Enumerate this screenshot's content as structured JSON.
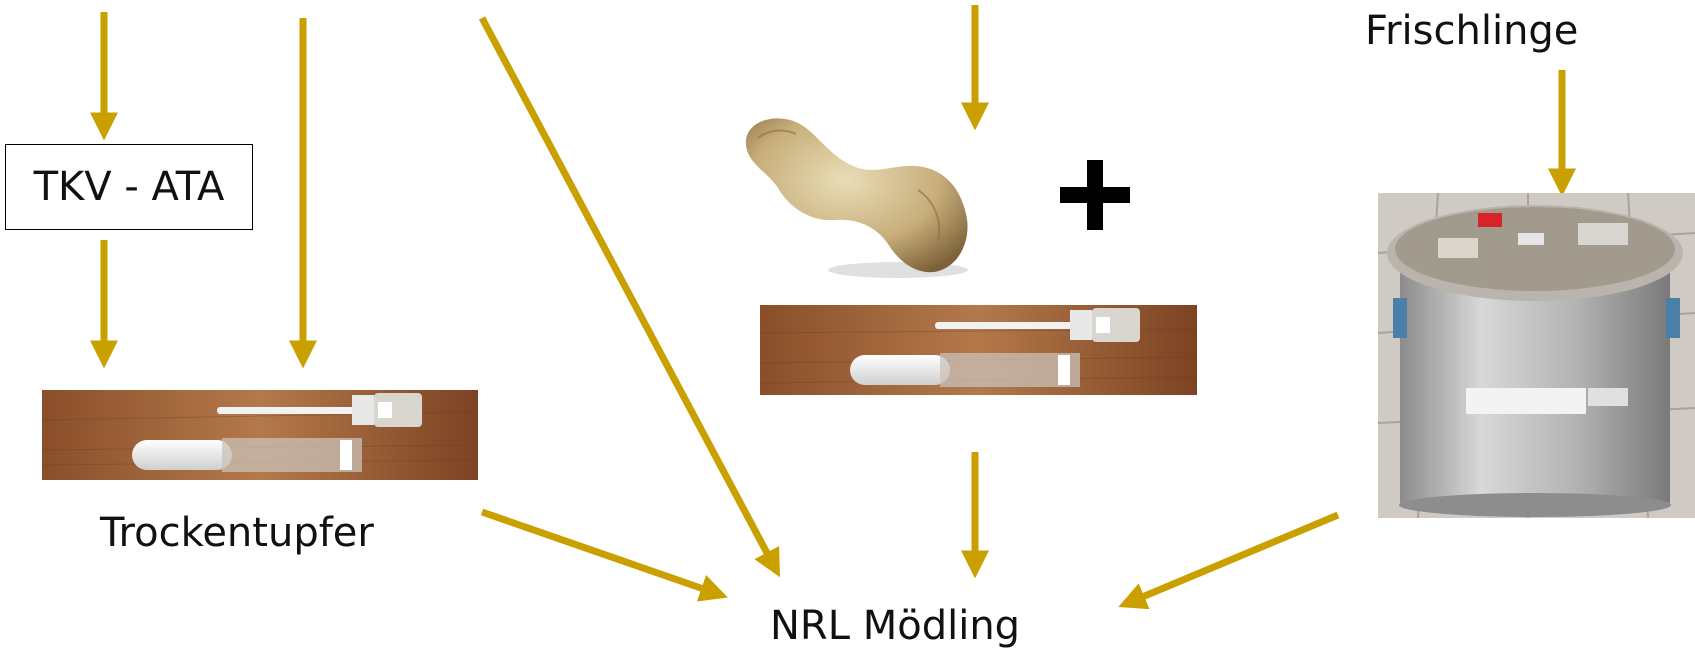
{
  "nodes": {
    "tkv_ata": "TKV - ATA",
    "trockentupfer": "Trockentupfer",
    "frischlinge": "Frischlinge",
    "nrl_moedling": "NRL Mödling"
  },
  "colors": {
    "arrow": "#C9A000"
  },
  "icons": [
    "swab-tube-image",
    "bone-image",
    "plus-icon",
    "container-barrel-image"
  ]
}
